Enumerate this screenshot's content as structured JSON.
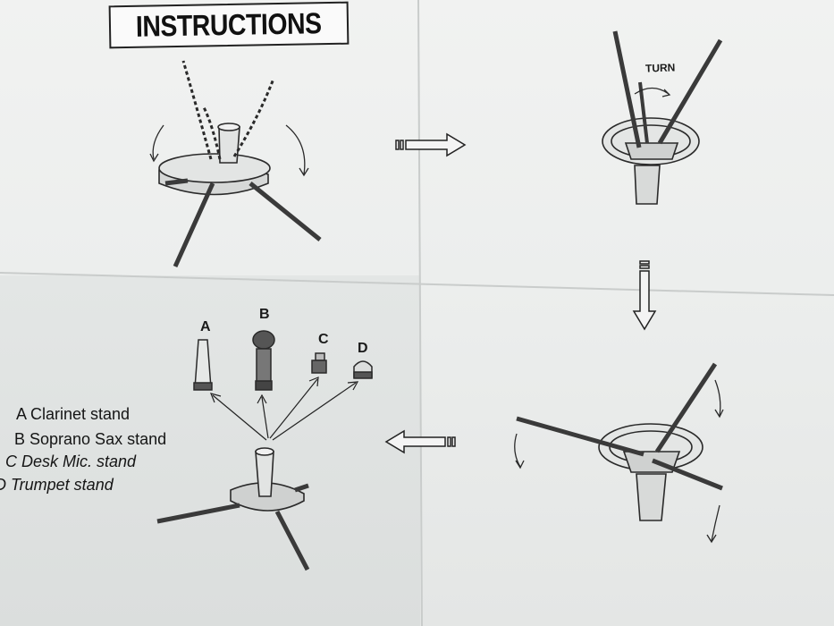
{
  "title": "INSTRUCTIONS",
  "step2_label": "TURN",
  "parts": [
    {
      "letter": "A"
    },
    {
      "letter": "B"
    },
    {
      "letter": "C"
    },
    {
      "letter": "D"
    }
  ],
  "legend": [
    {
      "text": "A Clarinet stand"
    },
    {
      "text": "B Soprano Sax stand"
    },
    {
      "text": "C Desk Mic. stand"
    },
    {
      "text": "D Trumpet stand"
    }
  ],
  "colors": {
    "paper": "#eceeed",
    "ink": "#1a1a1a",
    "background": "#8e9090"
  }
}
